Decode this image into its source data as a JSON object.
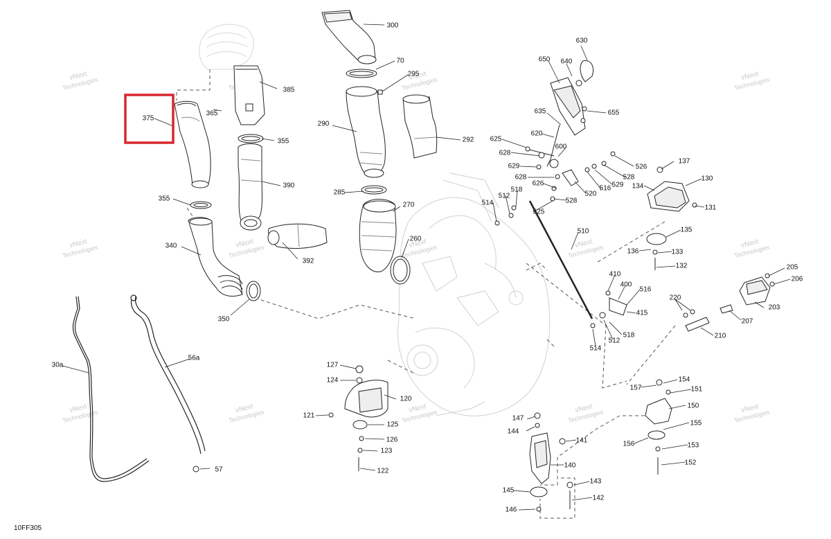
{
  "diagram": {
    "code": "10FF305",
    "watermark": [
      "vNext",
      "Technologies"
    ],
    "highlight_color": "#d9272e",
    "highlighted_callout": "375",
    "callouts": [
      "375",
      "365",
      "385",
      "355",
      "390",
      "355",
      "340",
      "392",
      "350",
      "300",
      "70",
      "295",
      "290",
      "292",
      "285",
      "270",
      "260",
      "30a",
      "56a",
      "57",
      "127",
      "124",
      "120",
      "121",
      "125",
      "126",
      "123",
      "122",
      "650",
      "630",
      "640",
      "655",
      "635",
      "620",
      "625",
      "628",
      "600",
      "629",
      "628",
      "518",
      "512",
      "514",
      "526",
      "528",
      "529",
      "516",
      "626",
      "520",
      "528",
      "525",
      "137",
      "130",
      "134",
      "131",
      "135",
      "136",
      "133",
      "132",
      "510",
      "410",
      "400",
      "516",
      "415",
      "518",
      "512",
      "514",
      "205",
      "206",
      "203",
      "220",
      "207",
      "210",
      "154",
      "157",
      "151",
      "150",
      "155",
      "156",
      "153",
      "152",
      "147",
      "144",
      "141",
      "140",
      "145",
      "143",
      "146",
      "142"
    ]
  }
}
